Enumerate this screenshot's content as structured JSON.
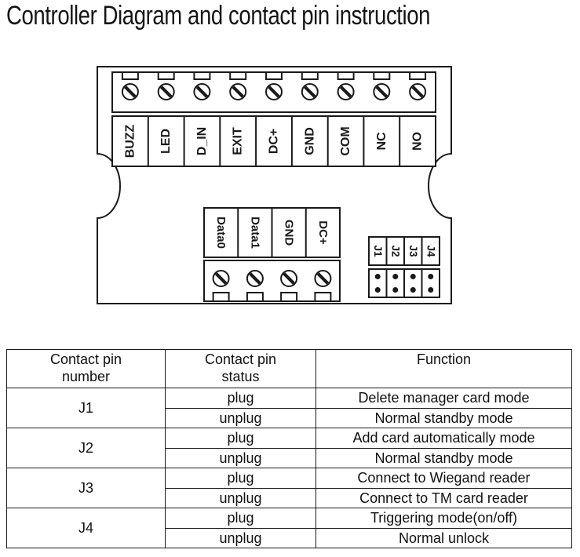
{
  "title": "Controller Diagram and contact pin instruction",
  "diagram": {
    "line_color": "#1a1a1a",
    "top_terminals": [
      "BUZZ",
      "LED",
      "D_IN",
      "EXIT",
      "DC+",
      "GND",
      "COM",
      "NC",
      "NO"
    ],
    "reader_terminals": [
      "Data0",
      "Data1",
      "GND",
      "DC+"
    ],
    "jumper_labels": [
      "J1",
      "J2",
      "J3",
      "J4"
    ]
  },
  "table": {
    "headers": {
      "pin_number": "Contact pin\nnumber",
      "pin_status": "Contact pin\nstatus",
      "function": "Function"
    },
    "groups": [
      {
        "pin": "J1",
        "rows": [
          {
            "status": "plug",
            "function": "Delete manager card mode"
          },
          {
            "status": "unplug",
            "function": "Normal standby mode"
          }
        ]
      },
      {
        "pin": "J2",
        "rows": [
          {
            "status": "plug",
            "function": "Add card automatically mode"
          },
          {
            "status": "unplug",
            "function": "Normal standby mode"
          }
        ]
      },
      {
        "pin": "J3",
        "rows": [
          {
            "status": "plug",
            "function": "Connect to Wiegand reader"
          },
          {
            "status": "unplug",
            "function": "Connect to TM card reader"
          }
        ]
      },
      {
        "pin": "J4",
        "rows": [
          {
            "status": "plug",
            "function": "Triggering mode(on/off)"
          },
          {
            "status": "unplug",
            "function": "Normal unlock"
          }
        ]
      }
    ]
  }
}
